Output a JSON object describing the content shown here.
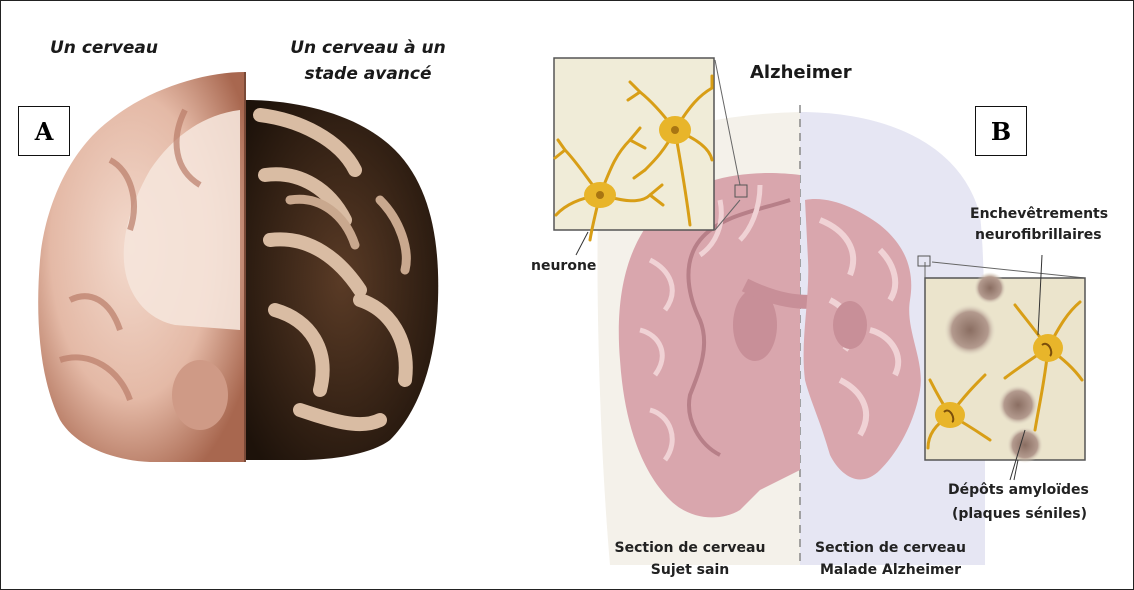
{
  "panel_a": {
    "label": "A",
    "left_caption": "Un cerveau",
    "right_caption_line1": "Un cerveau à un",
    "right_caption_line2": "stade avancé"
  },
  "panel_b": {
    "label": "B",
    "title": "Alzheimer",
    "neuron_label": "neurone",
    "tangles_line1": "Enchevêtrements",
    "tangles_line2": "neurofibrillaires",
    "deposits_line1": "Dépôts amyloïdes",
    "deposits_line2": "(plaques séniles)",
    "healthy_line1": "Section de cerveau",
    "healthy_line2": "Sujet sain",
    "patient_line1": "Section de cerveau",
    "patient_line2": "Malade Alzheimer"
  },
  "colors": {
    "healthy_tissue": "#e9c5b8",
    "diseased_tissue": "#3a2618",
    "schematic_pink": "#d9a6ad",
    "neuron_yellow": "#e8b52a",
    "inset_bg": "#f0ecd8",
    "panel_b_right_bg": "#e6e6f3"
  }
}
